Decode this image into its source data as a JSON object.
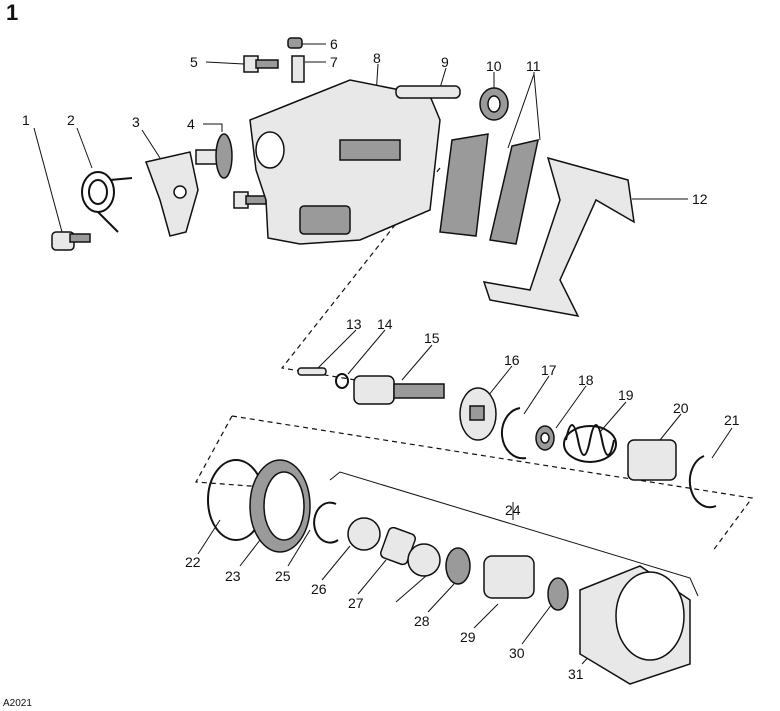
{
  "figure_number": "1",
  "figure_code": "A2021",
  "callouts": [
    "1",
    "2",
    "3",
    "4",
    "5",
    "6",
    "7",
    "8",
    "9",
    "10",
    "11",
    "12",
    "13",
    "14",
    "15",
    "16",
    "17",
    "18",
    "19",
    "20",
    "21",
    "22",
    "23",
    "24",
    "25",
    "26",
    "27",
    "28",
    "29",
    "30",
    "31"
  ]
}
